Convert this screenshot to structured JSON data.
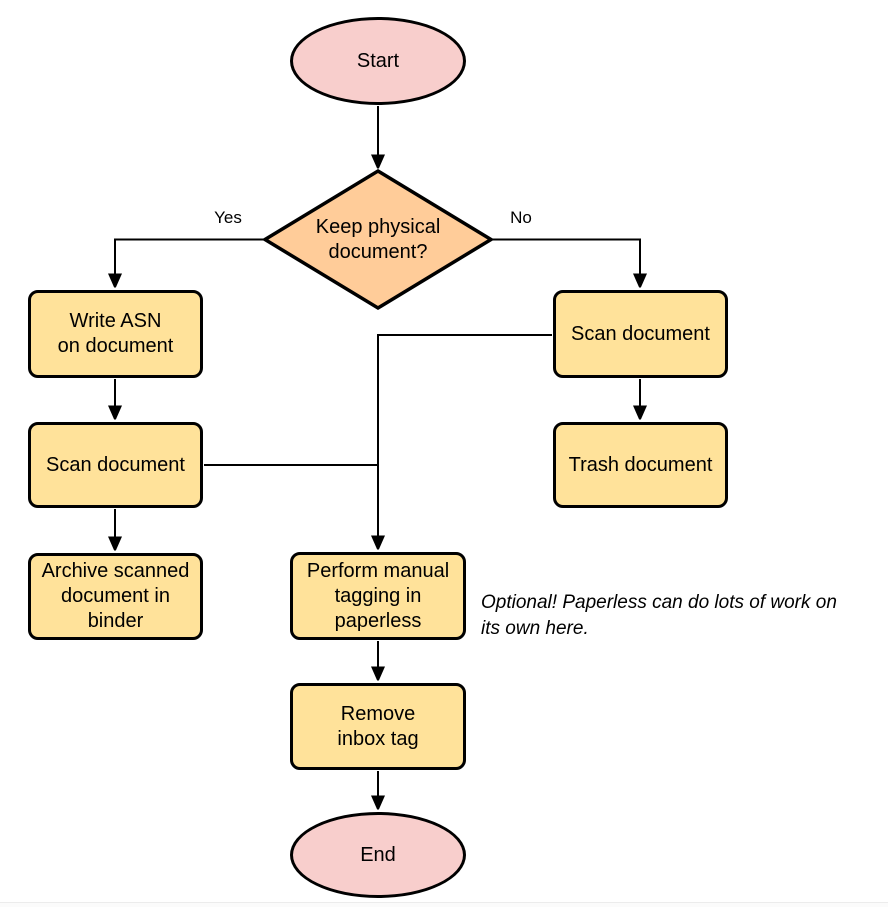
{
  "colors": {
    "terminal-fill": "#f8cecc",
    "decision-fill": "#ffcc99",
    "process-fill": "#ffe29a",
    "stroke": "#000000",
    "canvas-bg": "#ffffff"
  },
  "flowchart": {
    "start": {
      "label": "Start"
    },
    "decision": {
      "label": "Keep physical\ndocument?"
    },
    "edges": {
      "yes_label": "Yes",
      "no_label": "No"
    },
    "write_asn": {
      "label": "Write ASN\non document"
    },
    "scan_left": {
      "label": "Scan document"
    },
    "archive": {
      "label": "Archive scanned\ndocument in\nbinder"
    },
    "scan_right": {
      "label": "Scan document"
    },
    "trash": {
      "label": "Trash document"
    },
    "tagging": {
      "label": "Perform manual\ntagging in\npaperless"
    },
    "remove_inbox": {
      "label": "Remove\ninbox tag"
    },
    "end": {
      "label": "End"
    },
    "note": {
      "text": "Optional! Paperless can do lots of work on\nits own here."
    }
  }
}
